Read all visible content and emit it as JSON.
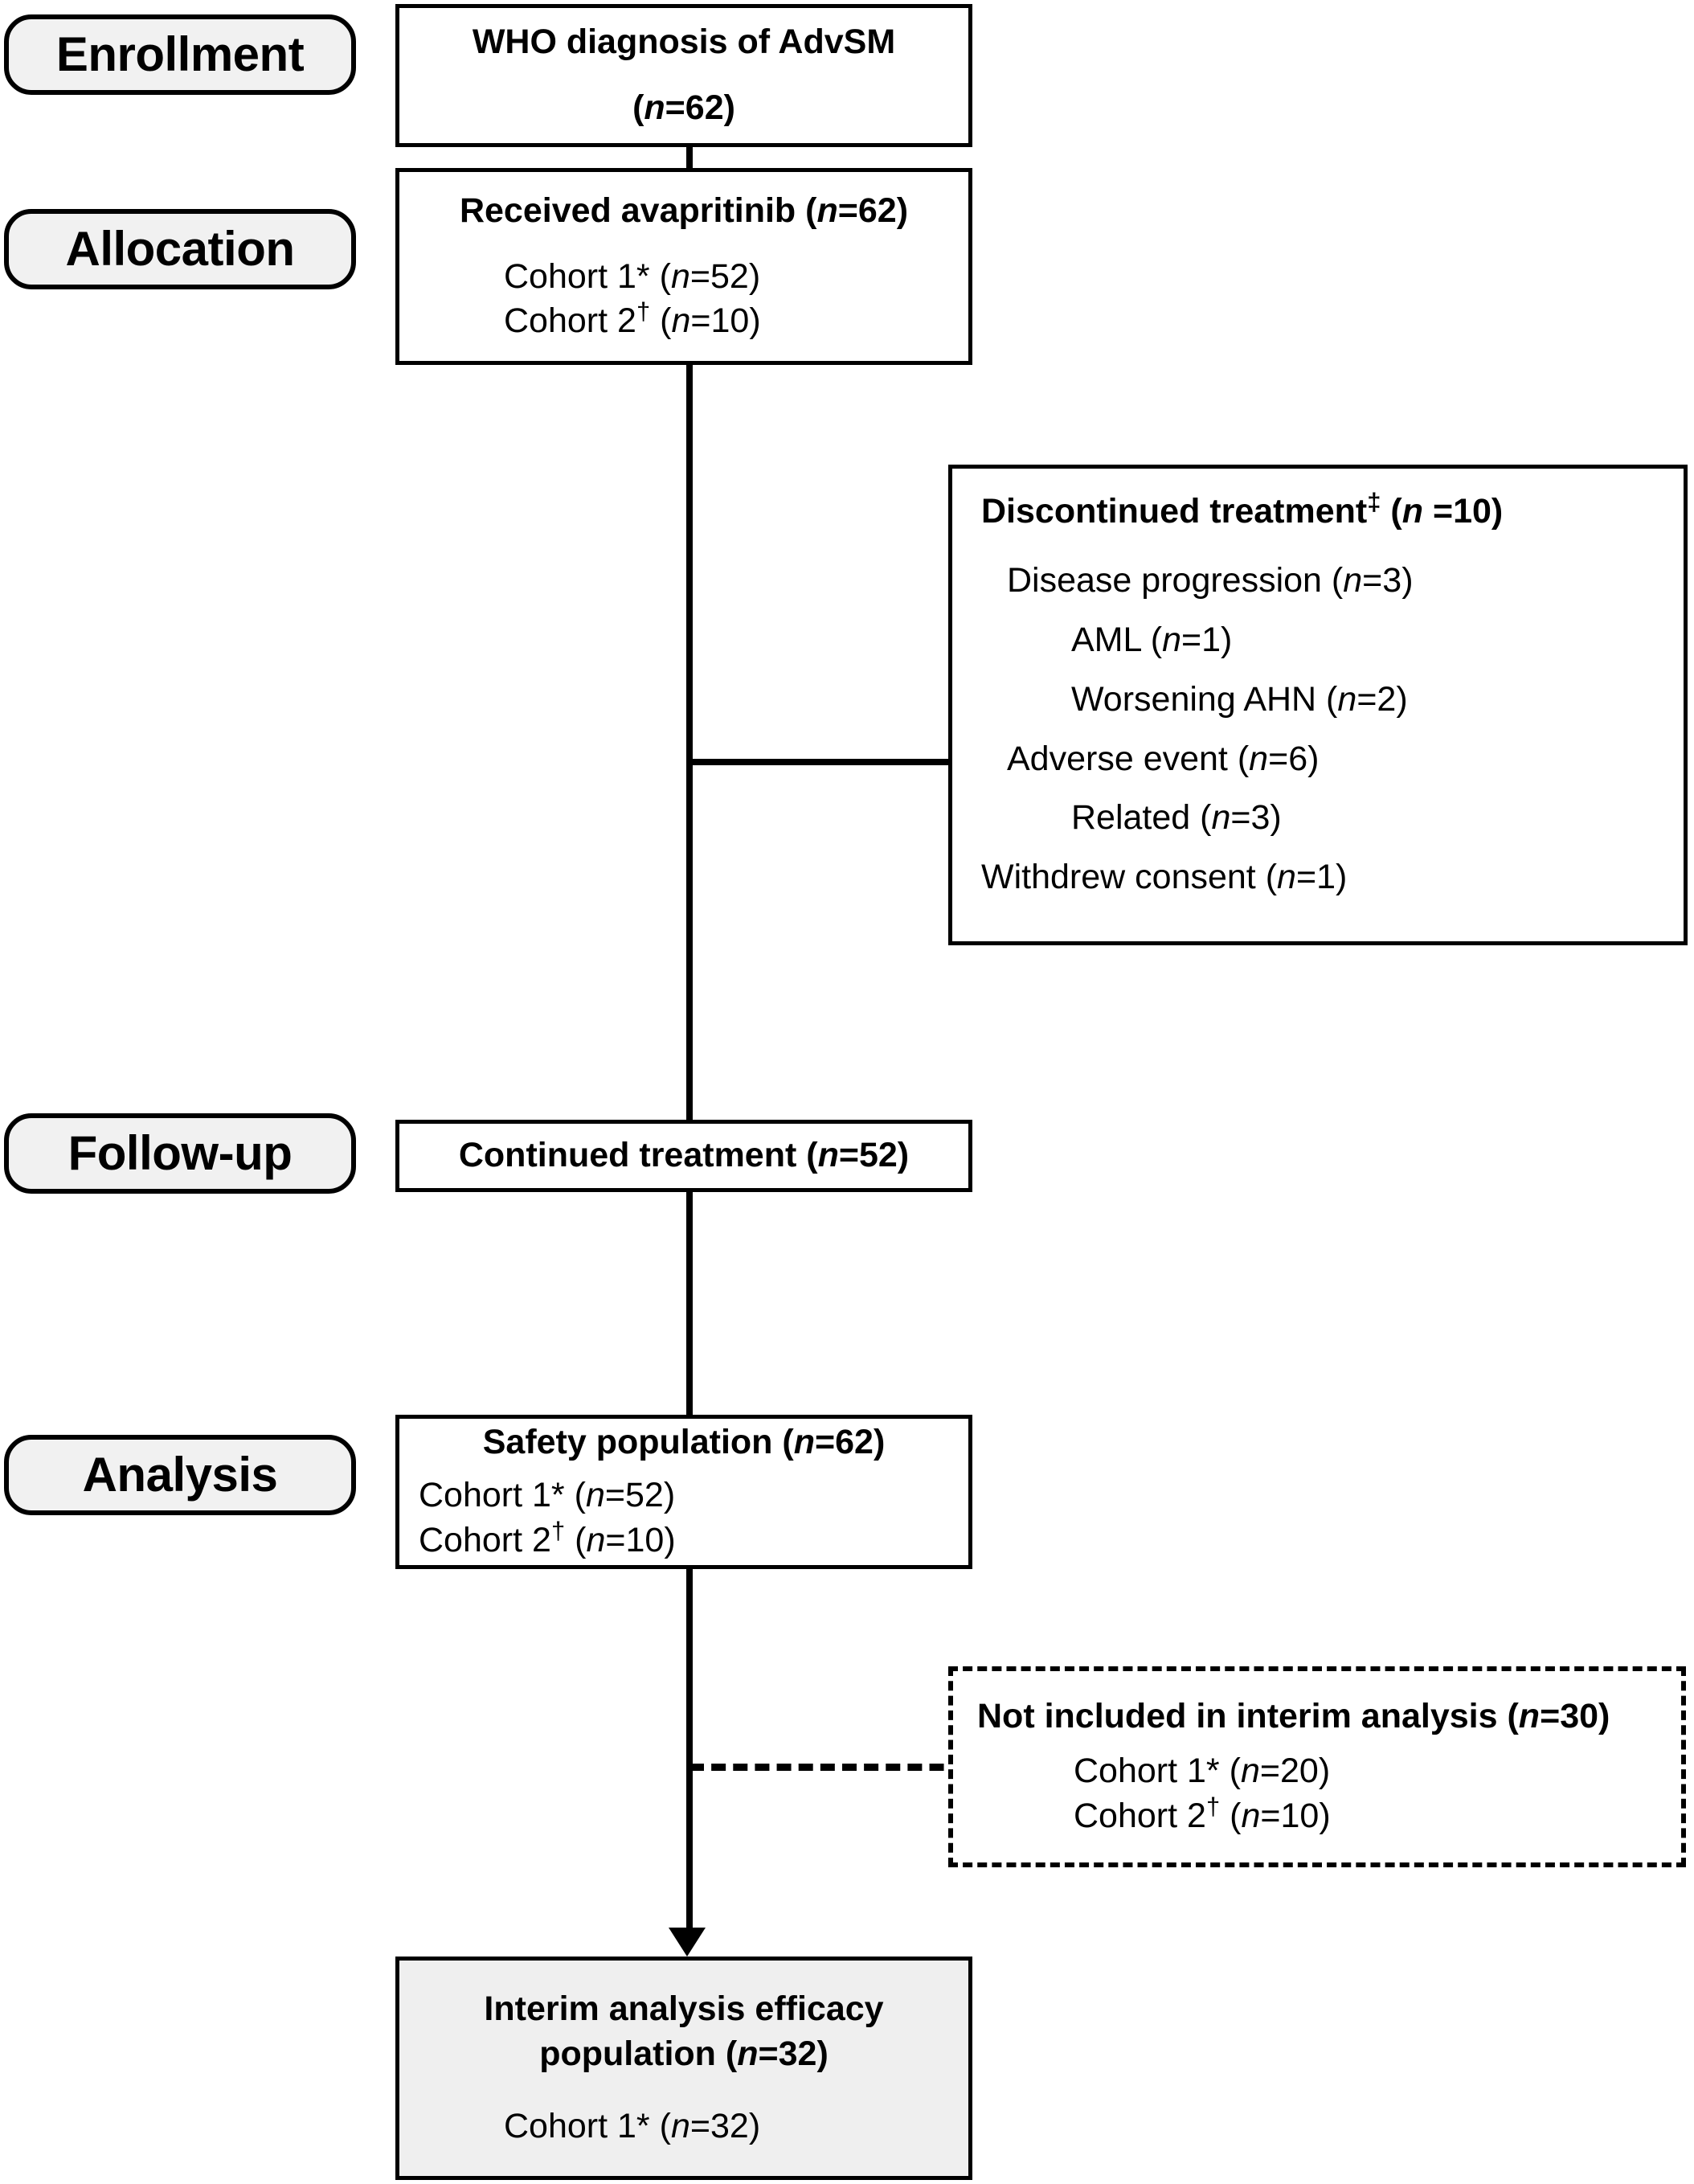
{
  "diagram": {
    "title": "CONSORT participant flow diagram",
    "type": "flowchart",
    "colors": {
      "stage_fill": "#f1f1f1",
      "node_fill": "#ffffff",
      "highlight_fill": "#efefef",
      "stroke": "#000000"
    }
  },
  "stages": [
    {
      "id": "enrollment",
      "label": "Enrollment"
    },
    {
      "id": "allocation",
      "label": "Allocation"
    },
    {
      "id": "followup",
      "label": "Follow-up"
    },
    {
      "id": "analysis",
      "label": "Analysis"
    }
  ],
  "nodes": {
    "enrollment_box": {
      "line1": "WHO diagnosis of AdvSM",
      "line2_prefix": "(",
      "line2_italic": "n",
      "line2_suffix": "=62)"
    },
    "allocation_box": {
      "heading_prefix": "Received avapritinib (",
      "heading_italic": "n",
      "heading_suffix": "=62)",
      "rows": [
        {
          "label": "Cohort 1*",
          "sup": "",
          "value": "=52"
        },
        {
          "label": "Cohort 2",
          "sup": "†",
          "value": "=10"
        }
      ]
    },
    "discontinued_box": {
      "heading_prefix": "Discontinued treatment",
      "heading_sup": "‡",
      "heading_mid": " (",
      "heading_italic": "n",
      "heading_suffix": " =10)",
      "items": [
        {
          "label": "Disease progression (",
          "italic": "n",
          "value": "=3)",
          "indent": 0
        },
        {
          "label": "AML (",
          "italic": "n",
          "value": "=1)",
          "indent": 1
        },
        {
          "label": "Worsening AHN (",
          "italic": "n",
          "value": "=2)",
          "indent": 1
        },
        {
          "label": "Adverse event (",
          "italic": "n",
          "value": "=6)",
          "indent": 0
        },
        {
          "label": "Related (",
          "italic": "n",
          "value": "=3)",
          "indent": 1
        },
        {
          "label": "Withdrew consent  (",
          "italic": "n",
          "value": "=1)",
          "indent": 0
        }
      ]
    },
    "followup_box": {
      "heading_prefix": "Continued treatment (",
      "heading_italic": "n",
      "heading_suffix": "=52)"
    },
    "safety_box": {
      "heading_prefix": "Safety population (",
      "heading_italic": "n",
      "heading_suffix": "=62)",
      "rows": [
        {
          "label": "Cohort 1*",
          "sup": "",
          "value": "=52"
        },
        {
          "label": "Cohort 2",
          "sup": "†",
          "value": "=10"
        }
      ]
    },
    "excluded_box": {
      "heading_prefix": "Not included in interim analysis (",
      "heading_italic": "n",
      "heading_suffix": "=30)",
      "rows": [
        {
          "label": "Cohort 1*",
          "sup": "",
          "value": "=20"
        },
        {
          "label": "Cohort 2",
          "sup": "†",
          "value": "=10"
        }
      ]
    },
    "efficacy_box": {
      "heading_line1": "Interim analysis efficacy",
      "heading_line2_prefix": "population (",
      "heading_line2_italic": "n",
      "heading_line2_suffix": "=32)",
      "rows": [
        {
          "label": "Cohort 1*",
          "sup": "",
          "value": "=32"
        }
      ]
    }
  }
}
